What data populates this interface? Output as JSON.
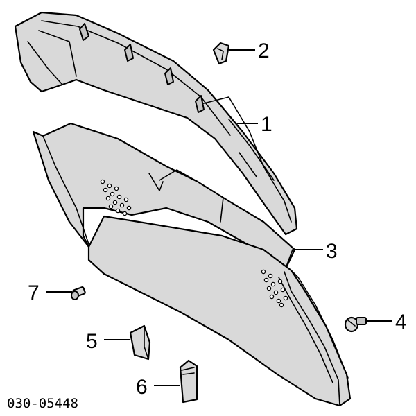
{
  "callouts": {
    "c1": "1",
    "c2": "2",
    "c3": "3",
    "c4": "4",
    "c5": "5",
    "c6": "6",
    "c7": "7"
  },
  "diagram_code": "030-05448"
}
